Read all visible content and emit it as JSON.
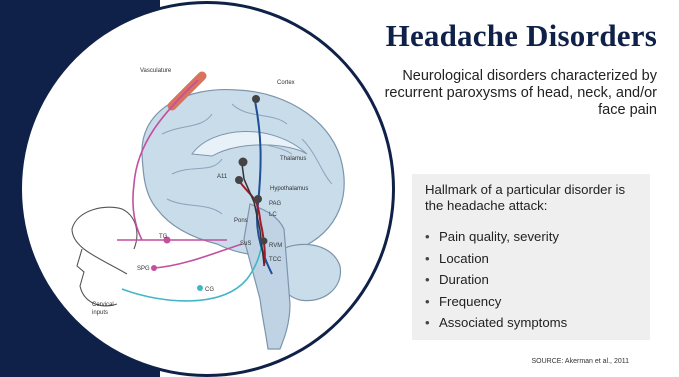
{
  "slide": {
    "title": "Headache Disorders",
    "subtitle": "Neurological disorders characterized by recurrent paroxysms of head, neck, and/or face pain",
    "panel_heading": "Hallmark of a particular disorder is the headache attack:",
    "bullets": [
      "Pain quality, severity",
      "Location",
      "Duration",
      "Frequency",
      "Associated symptoms"
    ],
    "source": "SOURCE: Akerman et al., 2011"
  },
  "diagram": {
    "labels": {
      "vasculature": "Vasculature",
      "cortex": "Cortex",
      "thalamus": "Thalamus",
      "a11": "A11",
      "hypothalamus": "Hypothalamus",
      "pag": "PAG",
      "lc": "LC",
      "pons": "Pons",
      "ss": "SuS",
      "rvm": "RVM",
      "tcc": "TCC",
      "tg": "TG",
      "spg": "SPG",
      "cg": "CG",
      "cervical": "Cervical",
      "inputs": "inputs"
    }
  },
  "colors": {
    "navy": "#0f2148",
    "brain": "#c9dcea",
    "red_pathway": "#a3192b",
    "blue_pathway": "#1f4f9a",
    "magenta_pathway": "#c44fa0",
    "cyan_pathway": "#3fb7c4",
    "vessel": "#d9735e",
    "panel": "#efefef"
  }
}
